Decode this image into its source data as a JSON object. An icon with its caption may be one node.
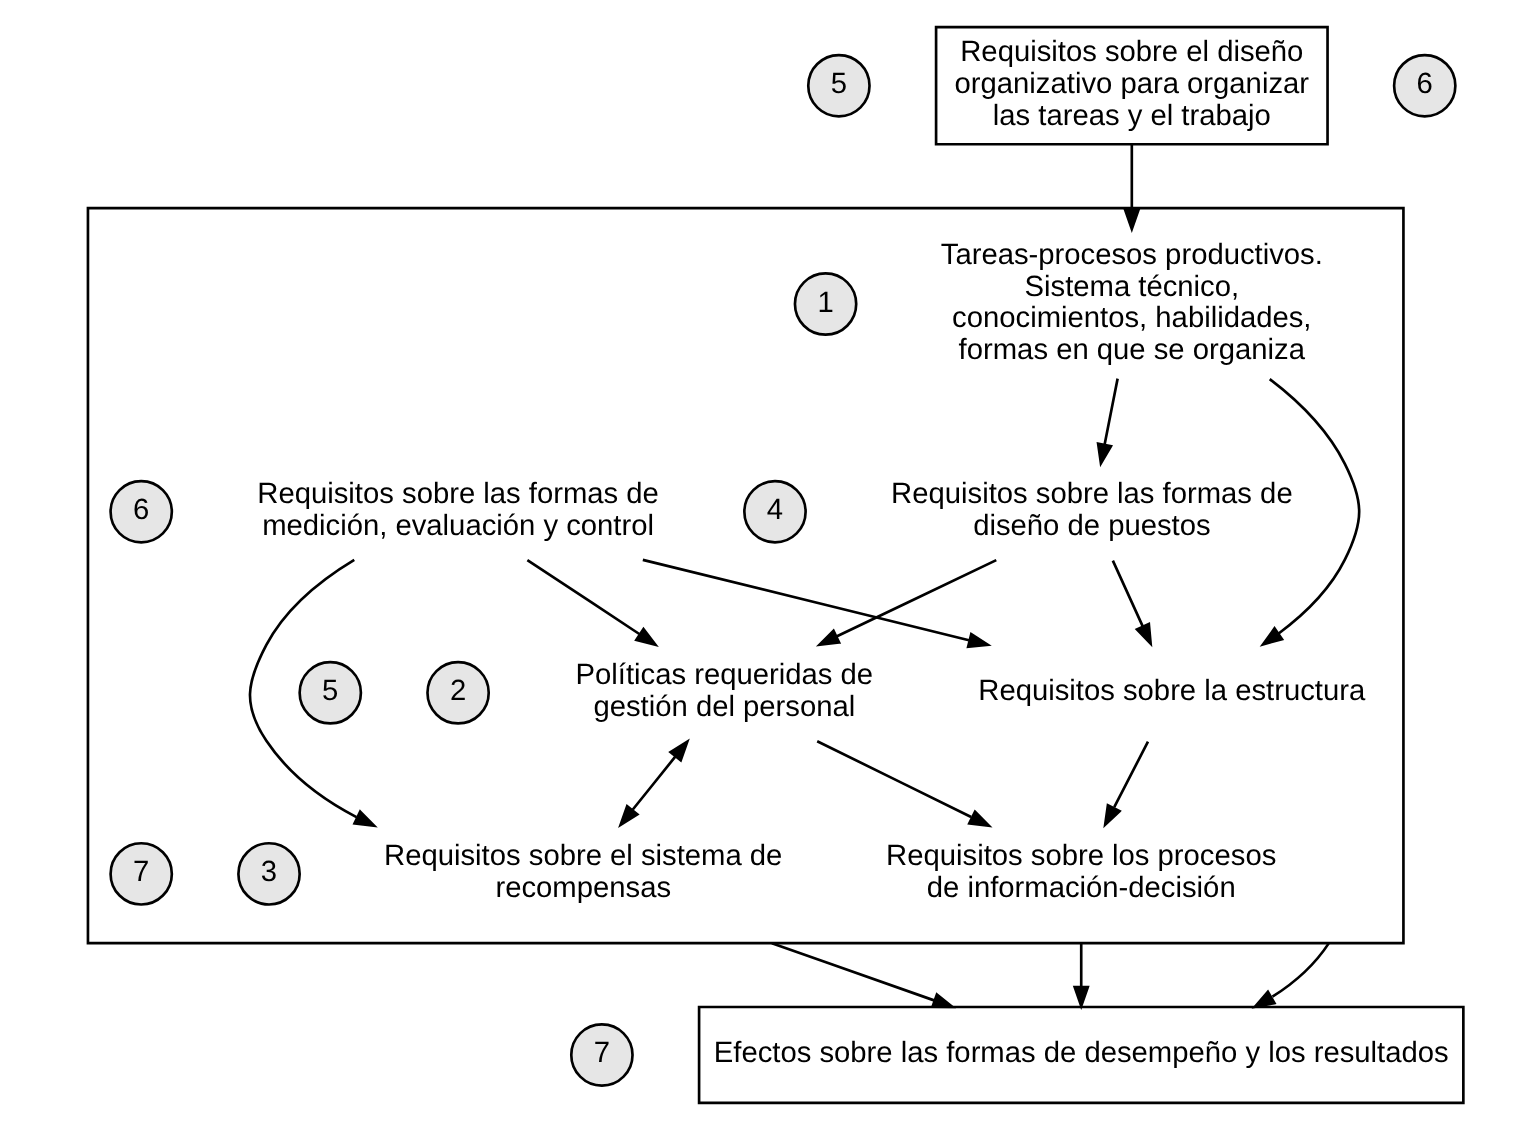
{
  "diagram": {
    "nodes": [
      {
        "text": [
          "5"
        ]
      },
      {
        "text": [
          "Requisitos sobre el diseño organizativo para organizar las tareas y el trabajo"
        ]
      },
      {
        "text": [
          "6"
        ]
      },
      {
        "text": [],
        "shape": "box"
      },
      {
        "text": [
          "1"
        ],
        "in": 3
      },
      {
        "text": [
          "Tareas-procesos productivos. Sistema técnico, conocimientos, habilidades, formas en que se organiza"
        ],
        "in": 3
      },
      {
        "text": [
          "2"
        ],
        "in": 3
      },
      {
        "text": [
          "Requisitos sobre la estructura"
        ],
        "in": 3
      },
      {
        "text": [
          "4"
        ],
        "in": 3
      },
      {
        "text": [
          "Requisitos sobre las formas de diseño de puestos"
        ],
        "in": 3
      },
      {
        "text": [
          "6"
        ],
        "in": 3
      },
      {
        "text": [
          "Requisitos sobre las formas de medición, evaluación y control"
        ],
        "in": 3
      },
      {
        "text": [
          "3"
        ],
        "in": 3
      },
      {
        "text": [
          "Requisitos sobre los procesos de información-decisión"
        ],
        "in": 3
      },
      {
        "text": [
          "5"
        ],
        "in": 3
      },
      {
        "text": [
          "Políticas requeridas de gestión del personal"
        ],
        "in": 3
      },
      {
        "text": [
          "7"
        ],
        "in": 3
      },
      {
        "text": [
          "Requisitos sobre el sistema de recompensas"
        ],
        "in": 3
      },
      {
        "text": [
          "7"
        ]
      },
      {
        "text": [
          "Efectos sobre las formas de desempeño y los resultados"
        ]
      }
    ],
    "edges": [
      {
        "from": 1,
        "to": 5,
        "arrow": "to"
      },
      {
        "from": 5,
        "to": 7,
        "arrow": "to"
      },
      {
        "from": 5,
        "to": 9,
        "arrow": "to"
      },
      {
        "from": 9,
        "to": 7,
        "arrow": "to"
      },
      {
        "from": 11,
        "to": 7,
        "arrow": "to"
      },
      {
        "from": 7,
        "to": 13,
        "arrow": "to"
      },
      {
        "from": 9,
        "to": 15,
        "arrow": "to"
      },
      {
        "from": 11,
        "to": 15,
        "arrow": "to"
      },
      {
        "from": 15,
        "to": 13,
        "arrow": "to"
      },
      {
        "from": 11,
        "to": 17,
        "arrow": "to"
      },
      {
        "from": 15,
        "to": 17,
        "arrow": "both"
      },
      {
        "from": 3,
        "to": 19,
        "arrow": "to"
      },
      {
        "from": 3,
        "to": 19,
        "arrow": "to"
      },
      {
        "from": 3,
        "to": 19,
        "arrow": "to"
      }
    ]
  }
}
